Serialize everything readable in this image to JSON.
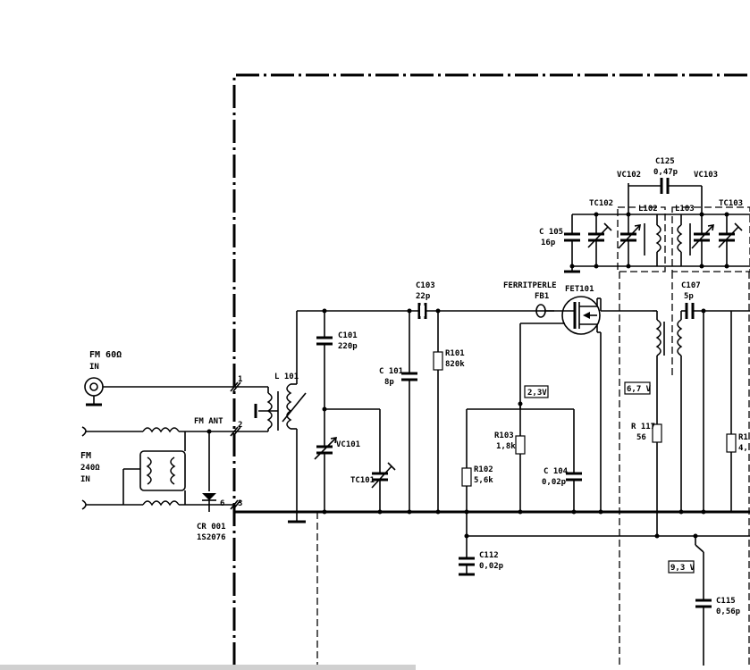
{
  "labels": {
    "fm60_title": "FM 60Ω",
    "fm60_in": "IN",
    "fm_ant": "FM ANT",
    "fm240_title": "FM",
    "fm240_ohm": "240Ω",
    "fm240_in": "IN",
    "cr001_a": "CR 001",
    "cr001_b": "1S2076",
    "pin1": "1",
    "pin2": "2",
    "pin3": "3",
    "pin6": "6",
    "l101": "L 101",
    "vc101": "VC101",
    "tc101": "TC101",
    "c101_name": "C101",
    "c101_val": "220p",
    "c101b_name": "C 101",
    "c101b_val": "8p",
    "c103_name": "C103",
    "c103_val": "22p",
    "r101_name": "R101",
    "r101_val": "820k",
    "ferrite_a": "FERRITPERLE",
    "ferrite_b": "FB1",
    "fet101": "FET101",
    "v23": "2,3V",
    "r103_name": "R103",
    "r103_val": "1,8k",
    "r102_name": "R102",
    "r102_val": "5,6k",
    "c104_name": "C 104",
    "c104_val": "0,02p",
    "c112_name": "C112",
    "c112_val": "0,02p",
    "c105_name": "C 105",
    "c105_val": "16p",
    "tc102": "TC102",
    "l102": "L102",
    "vc102": "VC102",
    "c125_name": "C125",
    "c125_val": "0,47p",
    "vc103": "VC103",
    "l103": "L103",
    "tc103": "TC103",
    "c107_name": "C107",
    "c107_val": "5p",
    "v67": "6,7 V",
    "r117_name": "R 117",
    "r117_val": "56",
    "r1x_name": "R1",
    "r1x_val": "4,",
    "v93": "9,3 V",
    "c115_name": "C115",
    "c115_val": "0,56p"
  }
}
